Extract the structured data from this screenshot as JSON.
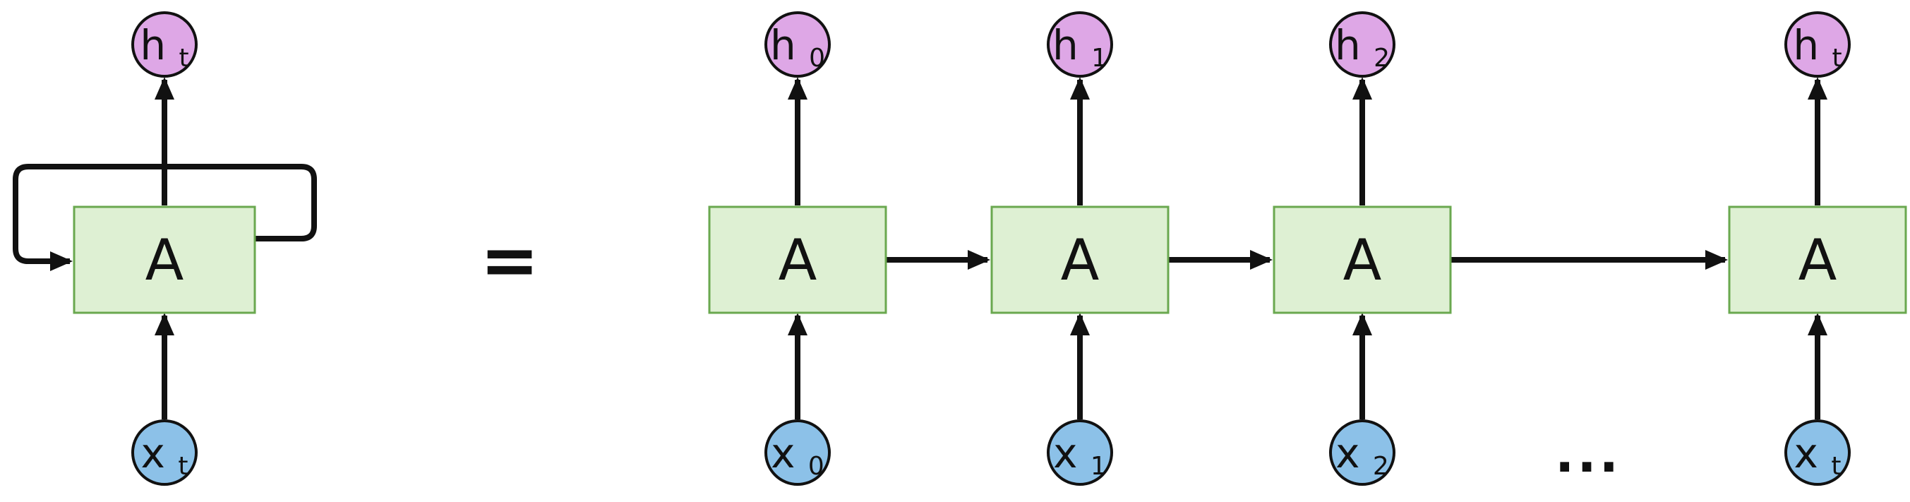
{
  "figure": {
    "description": "Recurrent neural network rolled form equals unrolled-through-time form",
    "equals_sign": "=",
    "ellipsis": "...",
    "colors": {
      "output_node_fill": "#dea7e6",
      "input_node_fill": "#8cc1e8",
      "cell_fill": "#def0d3",
      "cell_border": "#6aa84f",
      "line": "#111111"
    },
    "rolled": {
      "cell_label": "A",
      "output_label": {
        "base": "h",
        "sub": "t"
      },
      "input_label": {
        "base": "x",
        "sub": "t"
      }
    },
    "unrolled": {
      "units": [
        {
          "cell_label": "A",
          "output_label": {
            "base": "h",
            "sub": "0"
          },
          "input_label": {
            "base": "x",
            "sub": "0"
          }
        },
        {
          "cell_label": "A",
          "output_label": {
            "base": "h",
            "sub": "1"
          },
          "input_label": {
            "base": "x",
            "sub": "1"
          }
        },
        {
          "cell_label": "A",
          "output_label": {
            "base": "h",
            "sub": "2"
          },
          "input_label": {
            "base": "x",
            "sub": "2"
          }
        },
        {
          "cell_label": "A",
          "output_label": {
            "base": "h",
            "sub": "t"
          },
          "input_label": {
            "base": "x",
            "sub": "t"
          }
        }
      ]
    }
  }
}
